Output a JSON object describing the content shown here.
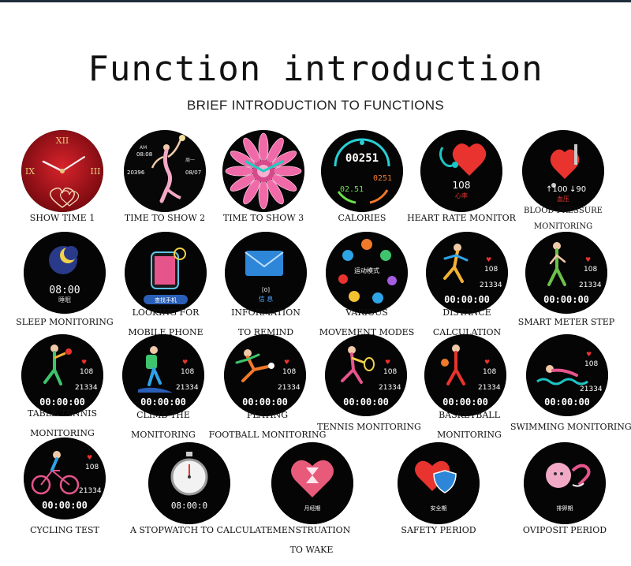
{
  "header": {
    "title": "Function introduction",
    "subtitle": "BRIEF INTRODUCTION TO FUNCTIONS"
  },
  "faces": {
    "time1": {
      "label1": "SHOW TIME 1",
      "label2": ""
    },
    "time2": {
      "label1": "TIME TO SHOW 2",
      "label2": "",
      "am": "AM",
      "time": "08:08",
      "steps": "20396",
      "weekday": "周一",
      "date": "08/07"
    },
    "time3": {
      "label1": "TIME TO SHOW 3",
      "label2": ""
    },
    "calories": {
      "label1": "CALORIES",
      "label2": "",
      "steps": "00251",
      "distance": "02.51",
      "kcal": "0251"
    },
    "heart": {
      "label1": "HEART RATE MONITOR",
      "label2": "",
      "value": "108",
      "unit": "心率"
    },
    "bp": {
      "label1": "BLOOD PRESSURE",
      "label2": "MONITORING",
      "high": "↑100",
      "low": "↓90",
      "unit": "血压"
    },
    "sleep": {
      "label1": "SLEEP MONITORING",
      "label2": "",
      "time": "08:00",
      "caption": "睡眠"
    },
    "phone": {
      "label1": "LOOKING FOR",
      "label2": "MOBILE PHONE",
      "caption": "查找手机"
    },
    "info": {
      "label1": "INFORMATION",
      "label2": "TO REMIND",
      "count": "[0]",
      "caption": "信 息"
    },
    "modes": {
      "label1": "VARIOUS",
      "label2": "MOVEMENT MODES",
      "caption": "运动模式"
    },
    "distance": {
      "label1": "DISTANCE",
      "label2": "CALCULATION",
      "hr": "108",
      "steps": "21334",
      "timer": "00:00:00"
    },
    "meter": {
      "label1": "SMART METER STEP",
      "label2": "",
      "hr": "108",
      "steps": "21334",
      "timer": "00:00:00"
    },
    "tabletennis": {
      "label1": "TABLE TENNIS",
      "label2": "MONITORING",
      "hr": "108",
      "steps": "21334",
      "timer": "00:00:00"
    },
    "climb": {
      "label1": "CLIMB THE",
      "label2": "MONITORING",
      "hr": "108",
      "steps": "21334",
      "timer": "00:00:00"
    },
    "football": {
      "label1": "PLAYING",
      "label2": "FOOTBALL MONITORING",
      "hr": "108",
      "steps": "21334",
      "timer": "00:00:00"
    },
    "tennis": {
      "label1": "TENNIS MONITORING",
      "label2": "",
      "hr": "108",
      "steps": "21334",
      "timer": "00:00:00"
    },
    "basketball": {
      "label1": "BASKETBALL",
      "label2": "MONITORING",
      "hr": "108",
      "steps": "21334",
      "timer": "00:00:00"
    },
    "swimming": {
      "label1": "SWIMMING MONITORING",
      "label2": "",
      "hr": "108",
      "steps": "21334",
      "timer": "00:00:00"
    },
    "cycling": {
      "label1": "CYCLING TEST",
      "label2": "",
      "hr": "108",
      "steps": "21334",
      "timer": "00:00:00"
    },
    "stopwatch": {
      "label1": "A STOPWATCH TO CALCULATE",
      "label2": "",
      "time": "08:00:0"
    },
    "menstruation": {
      "label1": "MENSTRUATION",
      "label2": "TO WAKE",
      "caption": "月经期"
    },
    "safety": {
      "label1": "SAFETY PERIOD",
      "label2": "",
      "caption": "安全期"
    },
    "oviposit": {
      "label1": "OVIPOSIT PERIOD",
      "label2": "",
      "caption": "排卵期"
    }
  },
  "colors": {
    "clock_red": "#b3121b",
    "heart_red": "#e8332e",
    "teal": "#1cc4c4",
    "timer_white": "#ffffff"
  }
}
